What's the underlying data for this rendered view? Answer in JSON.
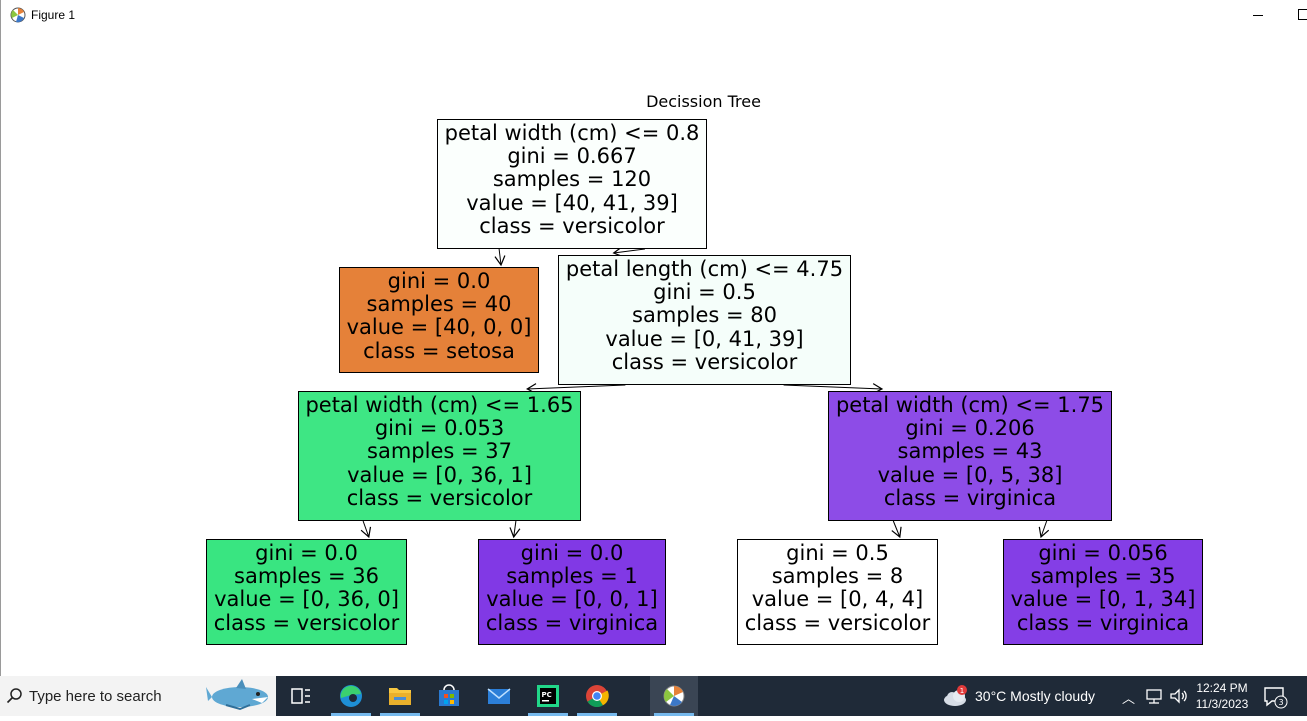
{
  "window": {
    "title": "Figure 1"
  },
  "figure": {
    "title": "Decission Tree",
    "nodes": [
      {
        "id": "n0",
        "fill": "#fbfffd",
        "lines": [
          "petal width (cm) <= 0.8",
          "gini = 0.667",
          "samples = 120",
          "value = [40, 41, 39]",
          "class = versicolor"
        ]
      },
      {
        "id": "n1",
        "fill": "#e58139",
        "lines": [
          "gini = 0.0",
          "samples = 40",
          "value = [40, 0, 0]",
          "class = setosa"
        ]
      },
      {
        "id": "n2",
        "fill": "#f5fefa",
        "lines": [
          "petal length (cm) <= 4.75",
          "gini = 0.5",
          "samples = 80",
          "value = [0, 41, 39]",
          "class = versicolor"
        ]
      },
      {
        "id": "n3",
        "fill": "#3ee684",
        "lines": [
          "petal width (cm) <= 1.65",
          "gini = 0.053",
          "samples = 37",
          "value = [0, 36, 1]",
          "class = versicolor"
        ]
      },
      {
        "id": "n4",
        "fill": "#39e581",
        "lines": [
          "gini = 0.0",
          "samples = 36",
          "value = [0, 36, 0]",
          "class = versicolor"
        ]
      },
      {
        "id": "n5",
        "fill": "#8139e5",
        "lines": [
          "gini = 0.0",
          "samples = 1",
          "value = [0, 0, 1]",
          "class = virginica"
        ]
      },
      {
        "id": "n6",
        "fill": "#8d4ce7",
        "lines": [
          "petal width (cm) <= 1.75",
          "gini = 0.206",
          "samples = 43",
          "value = [0, 5, 38]",
          "class = virginica"
        ]
      },
      {
        "id": "n7",
        "fill": "#ffffff",
        "lines": [
          "gini = 0.5",
          "samples = 8",
          "value = [0, 4, 4]",
          "class = versicolor"
        ]
      },
      {
        "id": "n8",
        "fill": "#843ee6",
        "lines": [
          "gini = 0.056",
          "samples = 35",
          "value = [0, 1, 34]",
          "class = virginica"
        ]
      }
    ],
    "edges": [
      [
        "n0",
        "n1"
      ],
      [
        "n0",
        "n2"
      ],
      [
        "n2",
        "n3"
      ],
      [
        "n2",
        "n6"
      ],
      [
        "n3",
        "n4"
      ],
      [
        "n3",
        "n5"
      ],
      [
        "n6",
        "n7"
      ],
      [
        "n6",
        "n8"
      ]
    ]
  },
  "taskbar": {
    "search_placeholder": "Type here to search",
    "apps": [
      "task-view",
      "edge",
      "file-explorer",
      "microsoft-store",
      "mail",
      "pycharm",
      "chrome",
      "matplotlib-figure"
    ],
    "weather_badge": "1",
    "weather": "30°C  Mostly cloudy",
    "time": "12:24 PM",
    "date": "11/3/2023",
    "notification_count": "3"
  }
}
